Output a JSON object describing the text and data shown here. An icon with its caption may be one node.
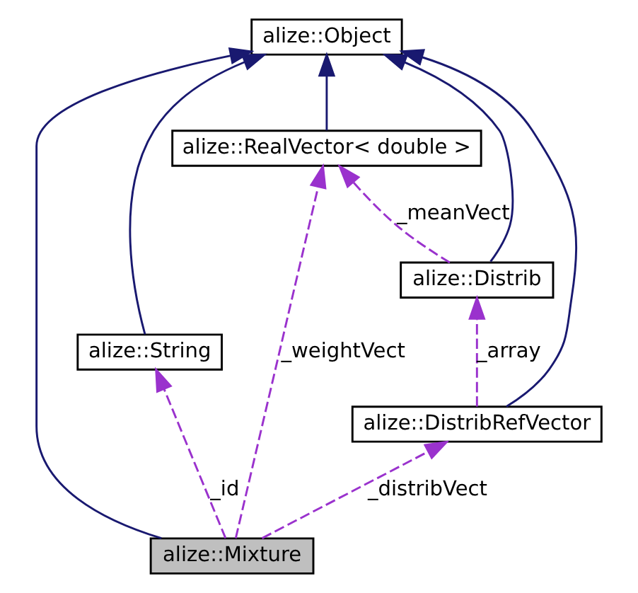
{
  "diagram": {
    "nodes": [
      {
        "text": [
          "alize::Object"
        ]
      },
      {
        "text": [
          "alize::RealVector< double >"
        ]
      },
      {
        "text": [
          "alize::String"
        ]
      },
      {
        "text": [
          "alize::Distrib"
        ]
      },
      {
        "text": [
          "alize::DistribRefVector"
        ]
      },
      {
        "text": [
          "alize::Mixture"
        ]
      }
    ],
    "edges": [
      {
        "from": 1,
        "to": 0,
        "arrow": "to",
        "color": "#191970"
      },
      {
        "from": 2,
        "to": 0,
        "arrow": "to",
        "color": "#191970"
      },
      {
        "from": 3,
        "to": 0,
        "arrow": "to",
        "color": "#191970"
      },
      {
        "from": 4,
        "to": 0,
        "arrow": "to",
        "color": "#191970"
      },
      {
        "from": 5,
        "to": 0,
        "arrow": "to",
        "color": "#191970"
      },
      {
        "from": 3,
        "to": 1,
        "arrow": "to",
        "label": "_meanVect",
        "style": "dashed",
        "color": "#9a32cd"
      },
      {
        "from": 4,
        "to": 3,
        "arrow": "to",
        "label": "_array",
        "style": "dashed",
        "color": "#9a32cd"
      },
      {
        "from": 5,
        "to": 2,
        "arrow": "to",
        "label": "_id",
        "style": "dashed",
        "color": "#9a32cd"
      },
      {
        "from": 5,
        "to": 4,
        "arrow": "to",
        "label": "_distribVect",
        "style": "dashed",
        "color": "#9a32cd"
      },
      {
        "from": 5,
        "to": 1,
        "arrow": "to",
        "label": "_weightVect",
        "style": "dashed",
        "color": "#9a32cd"
      }
    ]
  }
}
